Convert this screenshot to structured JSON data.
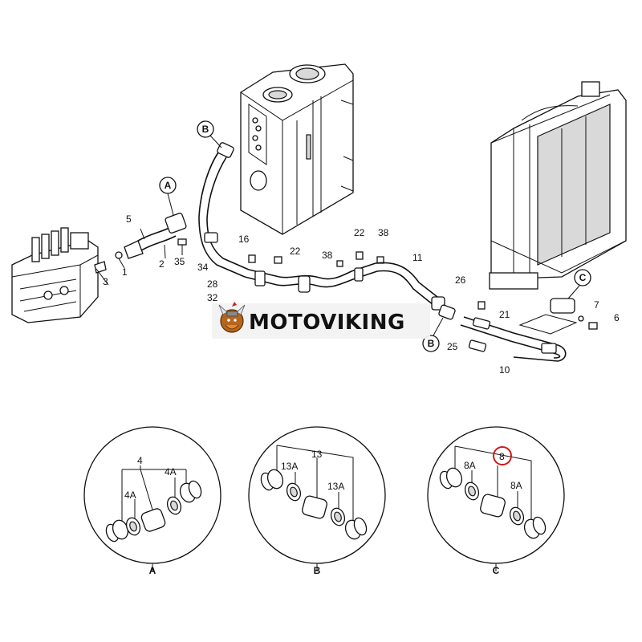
{
  "watermark": {
    "text": "MOTOVIKING"
  },
  "main_callouts": {
    "p1": "1",
    "p2": "2",
    "p3": "3",
    "p5": "5",
    "p6": "6",
    "p7": "7",
    "p10": "10",
    "p11": "11",
    "p16": "16",
    "p21": "21",
    "p22a": "22",
    "p22b": "22",
    "p25": "25",
    "p26": "26",
    "p28": "28",
    "p32": "32",
    "p34": "34",
    "p35": "35",
    "p38a": "38",
    "p38b": "38"
  },
  "bubbles": {
    "a_main": "A",
    "b_top": "B",
    "b_bottom": "B",
    "c_main": "C"
  },
  "details": [
    {
      "label": "A",
      "labels": {
        "main": "4",
        "left": "4A",
        "right": "4A"
      }
    },
    {
      "label": "B",
      "labels": {
        "main": "13",
        "left": "13A",
        "right": "13A"
      }
    },
    {
      "label": "C",
      "labels": {
        "main": "8",
        "left": "8A",
        "right": "8A"
      }
    }
  ],
  "colors": {
    "line": "#111111",
    "highlight_circle": "#d11a1a",
    "watermark_bg": "#f2f2f2"
  }
}
